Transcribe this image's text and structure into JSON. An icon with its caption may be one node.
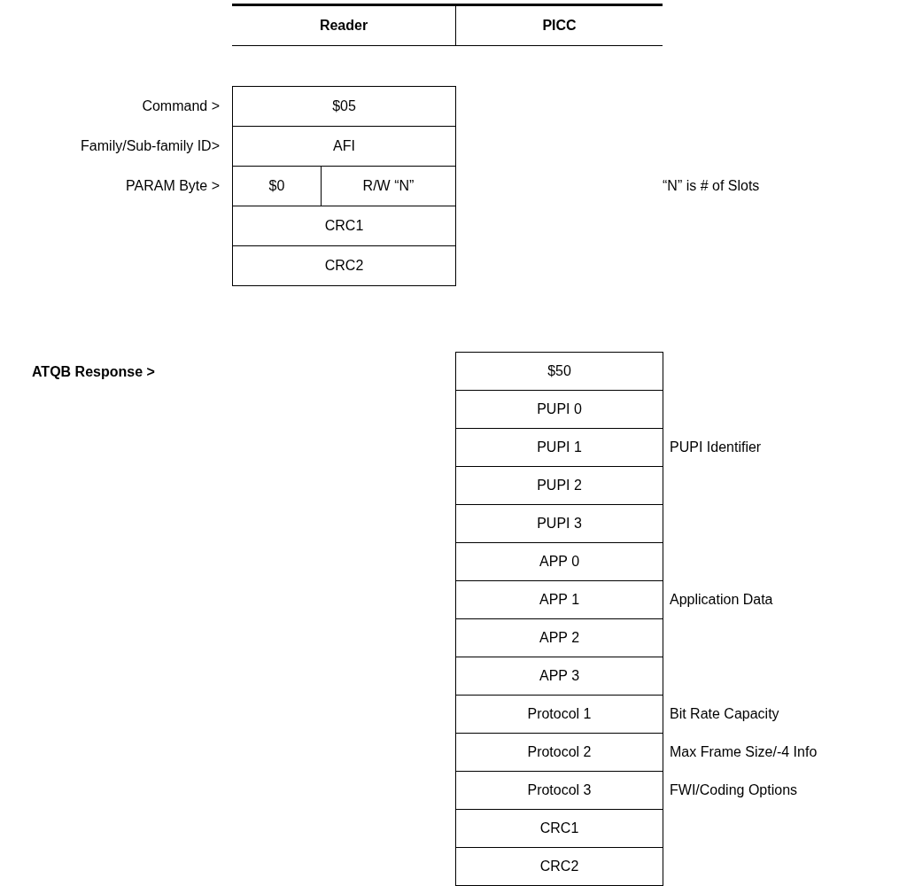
{
  "diagram": {
    "labels": [
      "Reader",
      "PICC",
      "Command >",
      "$05",
      "Family/Sub-family ID>",
      "AFI",
      "PARAM Byte >",
      "$0",
      "R/W “N”",
      "“N” is # of Slots",
      "CRC1",
      "CRC2",
      "ATQB Response >",
      "$50",
      "PUPI 0",
      "PUPI 1",
      "PUPI Identifier",
      "PUPI 2",
      "PUPI 3",
      "APP 0",
      "APP 1",
      "Application Data",
      "APP 2",
      "APP 3",
      "Protocol 1",
      "Bit Rate Capacity",
      "Protocol 2",
      "Max Frame Size/-4 Info",
      "Protocol 3",
      "FWI/Coding Options",
      "CRC1",
      "CRC2"
    ]
  }
}
